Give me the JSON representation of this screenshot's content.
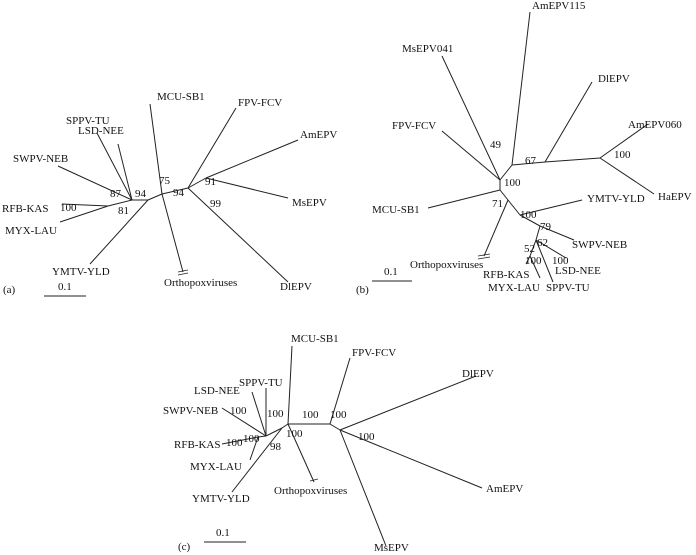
{
  "figure": {
    "panels": [
      {
        "id": "a",
        "label": "(a)",
        "scale_bar": "0.1",
        "taxa": [
          "MCU-SB1",
          "FPV-FCV",
          "AmEPV",
          "MsEPV",
          "DlEPV",
          "Orthopoxviruses",
          "YMTV-YLD",
          "MYX-LAU",
          "RFB-KAS",
          "SWPV-NEB",
          "LSD-NEE",
          "SPPV-TU"
        ],
        "bootstrap": [
          "100",
          "87",
          "94",
          "81",
          "75",
          "94",
          "91",
          "99"
        ]
      },
      {
        "id": "b",
        "label": "(b)",
        "scale_bar": "0.1",
        "taxa": [
          "AmEPV115",
          "MsEPV041",
          "DlEPV",
          "AmEPV060",
          "HaEPV",
          "FPV-FCV",
          "MCU-SB1",
          "YMTV-YLD",
          "SWPV-NEB",
          "LSD-NEE",
          "SPPV-TU",
          "MYX-LAU",
          "RFB-KAS",
          "Orthopoxviruses"
        ],
        "bootstrap": [
          "49",
          "67",
          "100",
          "100",
          "71",
          "100",
          "79",
          "62",
          "52",
          "100",
          "100"
        ]
      },
      {
        "id": "c",
        "label": "(c)",
        "scale_bar": "0.1",
        "taxa": [
          "MCU-SB1",
          "FPV-FCV",
          "DlEPV",
          "AmEPV",
          "MsEPV",
          "Orthopoxviruses",
          "YMTV-YLD",
          "MYX-LAU",
          "RFB-KAS",
          "SWPV-NEB",
          "LSD-NEE",
          "SPPV-TU"
        ],
        "bootstrap": [
          "100",
          "100",
          "100",
          "100",
          "100",
          "98",
          "100",
          "100",
          "100"
        ]
      }
    ]
  }
}
